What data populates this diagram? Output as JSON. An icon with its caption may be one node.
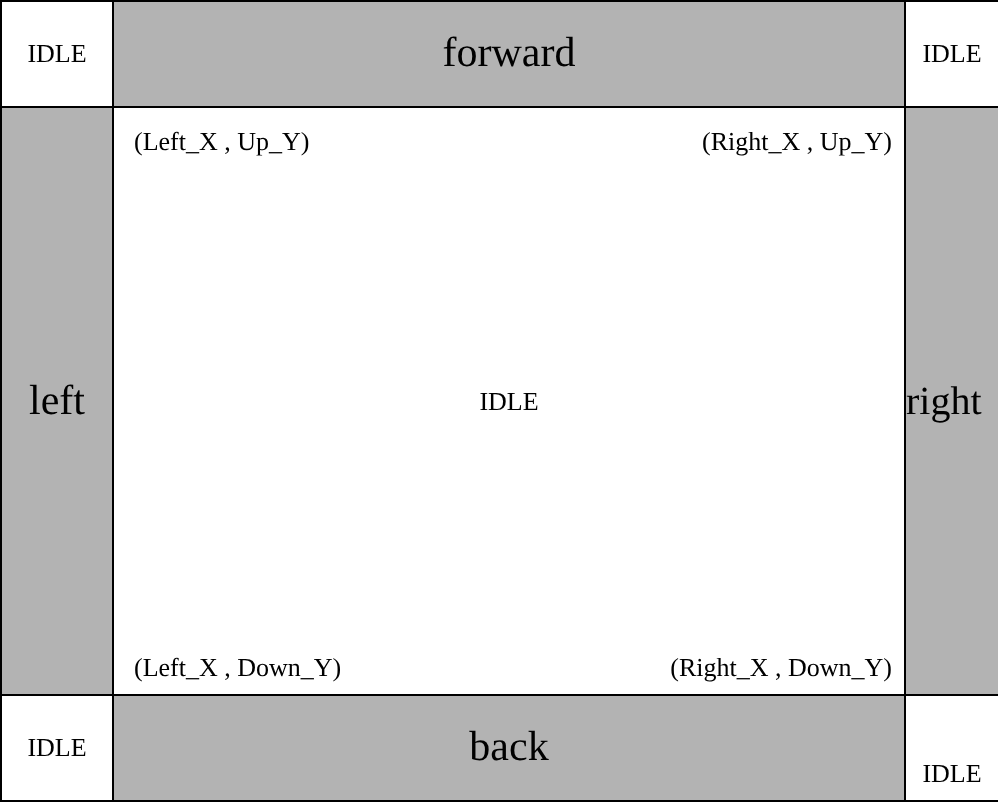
{
  "diagram": {
    "nodes": [
      {
        "text": [
          "IDLE"
        ]
      },
      {
        "text": [
          "forward"
        ]
      },
      {
        "text": [
          "IDLE"
        ]
      },
      {
        "text": [
          "left"
        ]
      },
      {
        "text": [
          "(Left_X , Up_Y)",
          "(Right_X , Up_Y)",
          "IDLE",
          "(Left_X , Down_Y)",
          "(Right_X , Down_Y)"
        ]
      },
      {
        "text": [
          "right"
        ]
      },
      {
        "text": [
          "IDLE"
        ]
      },
      {
        "text": [
          "back"
        ]
      },
      {
        "text": [
          "IDLE"
        ]
      }
    ]
  }
}
